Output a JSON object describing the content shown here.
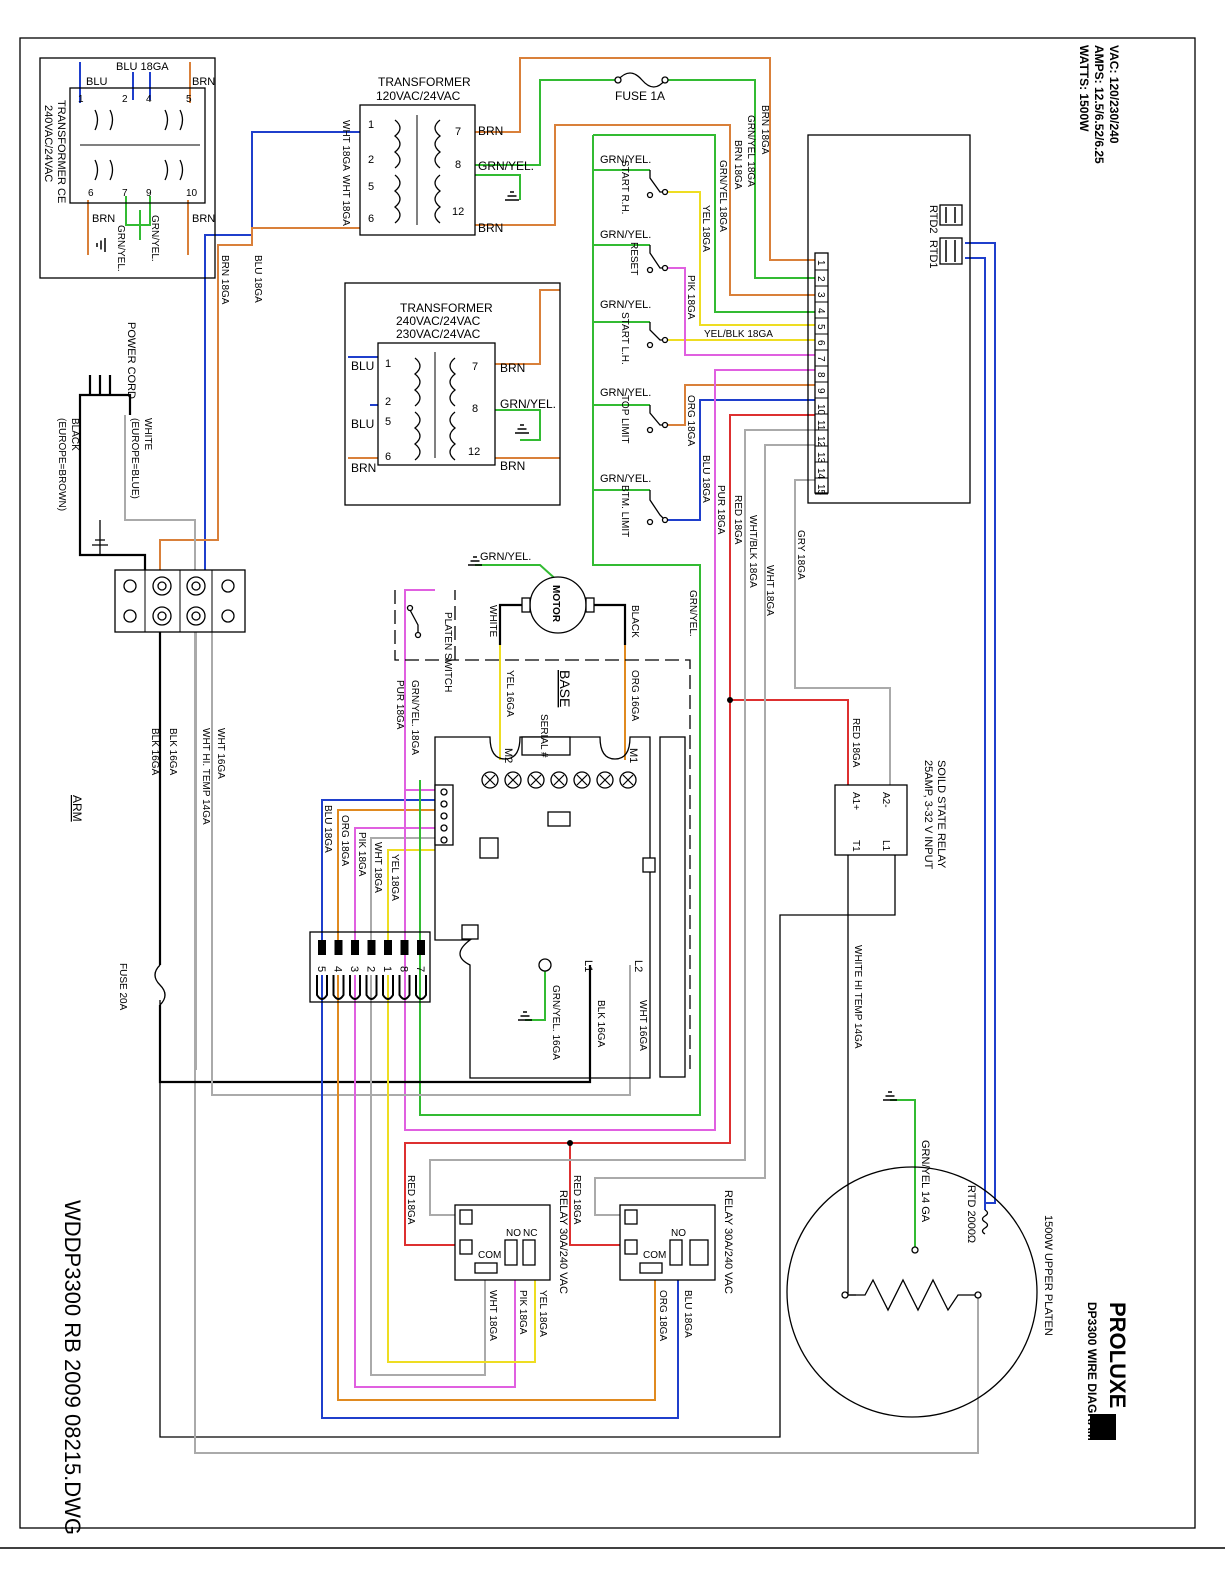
{
  "specs": {
    "vac": "VAC: 120/230/240",
    "amps": "AMPS: 12.5/6.52/6.25",
    "watts": "WATTS: 1500W"
  },
  "brand": {
    "logo": "PROLUXE",
    "title": "DP3300 WIRE DIAGRAM"
  },
  "drawing_number": "WDDP3300 RB 2009 08215.DWG",
  "wire_colors": {
    "blue": "#1f3fcc",
    "brown": "#d9803a",
    "green": "#33bb33",
    "yellow": "#eedd22",
    "pink": "#e060e0",
    "red": "#dd3030",
    "orange": "#e08a20",
    "gray": "#aaaaaa",
    "black": "#111111"
  },
  "transformer_ce": {
    "title": "TRANSFORMER CE",
    "rating": "240VAC/24VAC",
    "jumper": "BLU 18GA",
    "top_left": "BLU",
    "top_right": "BRN",
    "bottom_left": "BRN",
    "bottom_right": "BRN",
    "ground_left": "GRN/YEL.",
    "ground_right": "GRN/YEL.",
    "pins": [
      "1",
      "2",
      "4",
      "5",
      "6",
      "7",
      "9",
      "10"
    ]
  },
  "transformer_120": {
    "title": "TRANSFORMER",
    "rating": "120VAC/24VAC",
    "left_label": "WHT 18GA",
    "left_label2": "WHT 18GA",
    "pins": [
      "1",
      "2",
      "5",
      "6",
      "7",
      "8",
      "12"
    ],
    "out_top": "BRN",
    "out_mid": "GRN/YEL.",
    "out_bot": "BRN"
  },
  "transformer_240": {
    "title": "TRANSFORMER",
    "rating1": "240VAC/24VAC",
    "rating2": "230VAC/24VAC",
    "in_top": "BLU",
    "in_mid": "BLU",
    "in_bot": "BRN",
    "pins": [
      "1",
      "2",
      "5",
      "6",
      "7",
      "8",
      "12"
    ],
    "out_top": "BRN",
    "out_mid": "GRN/YEL.",
    "out_bot": "BRN"
  },
  "fuse_1a": "FUSE 1A",
  "fuse_20a": "FUSE 20A",
  "switches": [
    {
      "ground": "GRN/YEL.",
      "name": "START R.H."
    },
    {
      "ground": "GRN/YEL.",
      "name": "RESET"
    },
    {
      "ground": "GRN/YEL.",
      "name": "START L.H."
    },
    {
      "ground": "GRN/YEL.",
      "name": "TOP LIMIT"
    },
    {
      "ground": "GRN/YEL.",
      "name": "BTM. LIMIT"
    }
  ],
  "terminals": [
    "1",
    "2",
    "3",
    "4",
    "5",
    "6",
    "7",
    "8",
    "9",
    "10",
    "11",
    "12",
    "13",
    "14",
    "15"
  ],
  "rtd": {
    "rtd2": "RTD2",
    "rtd1": "RTD1"
  },
  "wire_labels": {
    "brn18_a": "BRN 18GA",
    "grnyel18_a": "GRN/YEL 18GA",
    "brn18_b": "BRN 18GA",
    "grnyel18_b": "GRN/YEL 18GA",
    "yel18": "YEL 18GA",
    "pik18": "PIK 18GA",
    "yelblk18": "YEL/BLK 18GA",
    "org18": "ORG 18GA",
    "blu18_sw": "BLU 18GA",
    "pur18": "PUR 18GA",
    "red18": "RED 18GA",
    "whtblk18": "WHT/BLK 18GA",
    "wht18": "WHT 18GA",
    "gry18": "GRY 18GA",
    "brn18_main": "BRN 18GA",
    "blu18_main": "BLU 18GA",
    "grnyel_main": "GRN/YEL."
  },
  "power_cord": {
    "title": "POWER CORD",
    "white": "WHITE",
    "white_eu": "(EUROPE=BLUE)",
    "black": "BLACK",
    "black_eu": "(EUROPE=BROWN)"
  },
  "arm_wires": {
    "wht16": "WHT 16GA",
    "wht_hi": "WHT HI. TEMP 14GA",
    "blk16_a": "BLK 16GA",
    "blk16_b": "BLK 16GA"
  },
  "arm": "ARM",
  "motor": {
    "label": "MOTOR",
    "ground": "GRN/YEL.",
    "white": "WHITE",
    "black": "BLACK",
    "yel16": "YEL 16GA",
    "org16": "ORG 16GA"
  },
  "base": "BASE",
  "platen_switch": "PLATEN SWITCH",
  "board": {
    "serial": "SERIAL #",
    "m1": "M1",
    "m2": "M2",
    "l1": "L1",
    "l2": "L2",
    "blk16": "BLK 16GA",
    "wht16": "WHT 16GA",
    "ground": "GRN/YEL. 16GA"
  },
  "board_wires": {
    "grnyel": "GRN/YEL. 18GA",
    "pur": "PUR 18GA",
    "blu": "BLU 18GA",
    "org": "ORG 18GA",
    "pik": "PIK 18GA",
    "wht": "WHT 18GA",
    "yel": "YEL 18GA"
  },
  "connector_pins": [
    "5",
    "4",
    "3",
    "2",
    "1",
    "8",
    "7"
  ],
  "ssr": {
    "title": "SOILD STATE RELAY",
    "rating": "25AMP, 3-32 V INPUT",
    "a1": "A1+",
    "a2": "A2-",
    "t1": "T1",
    "l1": "L1",
    "red": "RED 18GA",
    "white": "WHITE HI TEMP 14GA"
  },
  "relay_left": {
    "rating": "RELAY 30A/240 VAC",
    "com": "COM",
    "no": "NO",
    "nc": "NC",
    "red": "RED 18GA",
    "wht": "WHT 18GA",
    "pik": "PIK 18GA",
    "yel": "YEL 18GA"
  },
  "relay_right": {
    "rating": "RELAY 30A/240 VAC",
    "com": "COM",
    "no": "NO",
    "red": "RED 18GA",
    "org": "ORG 18GA",
    "blu": "BLU 18GA"
  },
  "platen": {
    "title": "1500W UPPER PLATEN",
    "rtd": "RTD 2000Ω",
    "ground": "GRN/YEL 14 GA"
  }
}
